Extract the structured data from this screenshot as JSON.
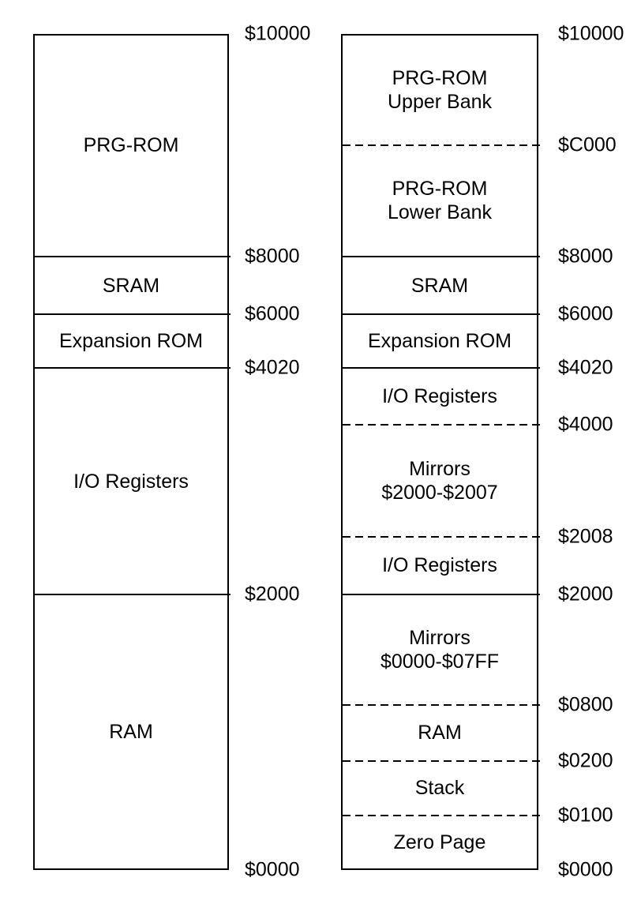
{
  "diagram": {
    "background": "#ffffff",
    "line_color": "#000000",
    "left_column": {
      "segment_labels": {
        "prg_rom": "PRG-ROM",
        "sram": "SRAM",
        "expansion_rom": "Expansion ROM",
        "io_registers": "I/O Registers",
        "ram": "RAM"
      },
      "addresses": {
        "a10000": "$10000",
        "a8000": "$8000",
        "a6000": "$6000",
        "a4020": "$4020",
        "a2000": "$2000",
        "a0000": "$0000"
      }
    },
    "right_column": {
      "segment_labels": {
        "prg_rom_upper": "PRG-ROM\nUpper Bank",
        "prg_rom_lower": "PRG-ROM\nLower Bank",
        "sram": "SRAM",
        "expansion_rom": "Expansion ROM",
        "io_registers_upper": "I/O Registers",
        "mirrors_2000": "Mirrors\n$2000-$2007",
        "io_registers_lower": "I/O Registers",
        "mirrors_0000": "Mirrors\n$0000-$07FF",
        "ram": "RAM",
        "stack": "Stack",
        "zero_page": "Zero Page"
      },
      "addresses": {
        "a10000": "$10000",
        "aC000": "$C000",
        "a8000": "$8000",
        "a6000": "$6000",
        "a4020": "$4020",
        "a4000": "$4000",
        "a2008": "$2008",
        "a2000": "$2000",
        "a0800": "$0800",
        "a0200": "$0200",
        "a0100": "$0100",
        "a0000": "$0000"
      }
    }
  }
}
